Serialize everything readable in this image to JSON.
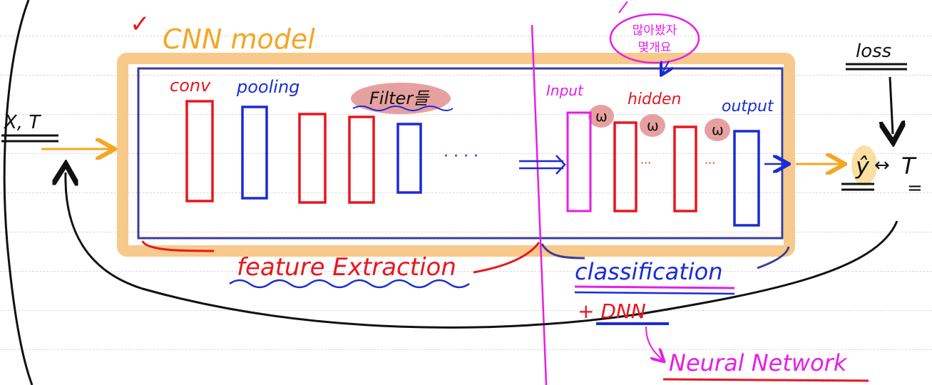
{
  "title": "CNN model",
  "checkmark": "✓",
  "inputs": "X, T",
  "loss": "loss",
  "prediction": "ŷ",
  "arrow_compare": "↔",
  "target": "T",
  "equals": "=",
  "feature_section": {
    "conv": "conv",
    "pooling": "pooling",
    "filters": "Filter들",
    "ellipsis": "· · · ·",
    "label": "feature Extraction"
  },
  "classification_section": {
    "input": "Input",
    "hidden": "hidden",
    "output": "output",
    "weight": "ω",
    "dots": "···",
    "bubble_line1": "많아봤자",
    "bubble_line2": "몇개요",
    "label": "classification",
    "dnn": "+ DNN",
    "neural_network": "Neural Network"
  },
  "colors": {
    "orange": "#f5a623",
    "red": "#e8161f",
    "blue": "#1a2bd6",
    "magenta": "#e61ee6",
    "navy": "#3b3b9a",
    "pink_highlight": "#e7a0a0",
    "black": "#111111"
  }
}
